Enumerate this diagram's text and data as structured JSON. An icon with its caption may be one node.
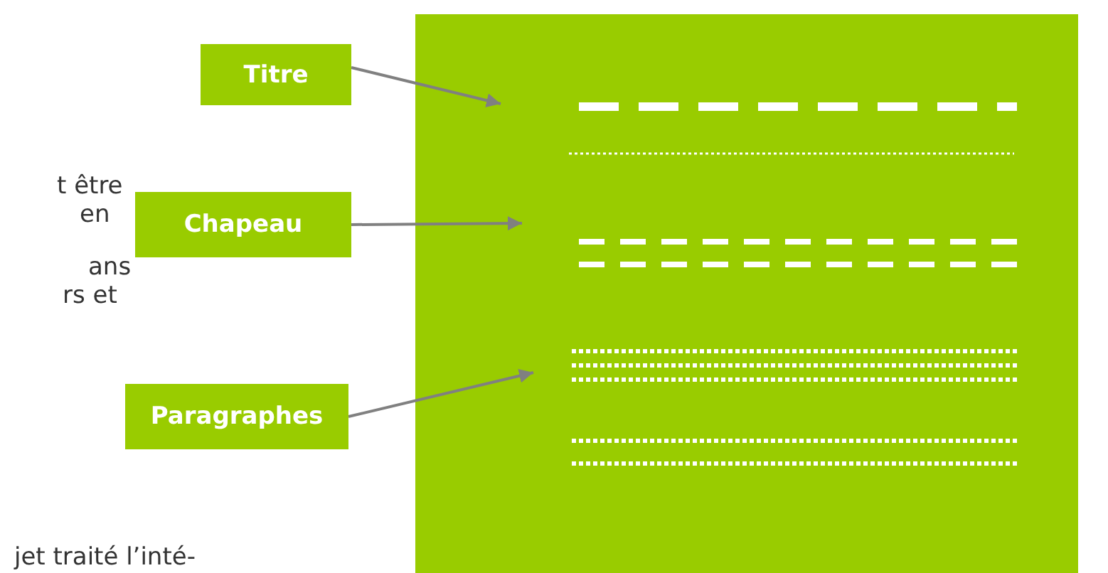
{
  "diagram": {
    "nodes": [
      {
        "text": [
          "Titre"
        ]
      },
      {
        "text": [
          "Chapeau"
        ]
      },
      {
        "text": [
          "Paragraphes"
        ]
      }
    ],
    "edges": [
      {
        "from": 0,
        "to": null,
        "arrow": "to"
      },
      {
        "from": 1,
        "to": null,
        "arrow": "to"
      },
      {
        "from": 2,
        "to": null,
        "arrow": "to"
      }
    ],
    "labels": [
      "t être",
      "en",
      "ans",
      "rs et",
      "jet traité l’inté-"
    ]
  }
}
